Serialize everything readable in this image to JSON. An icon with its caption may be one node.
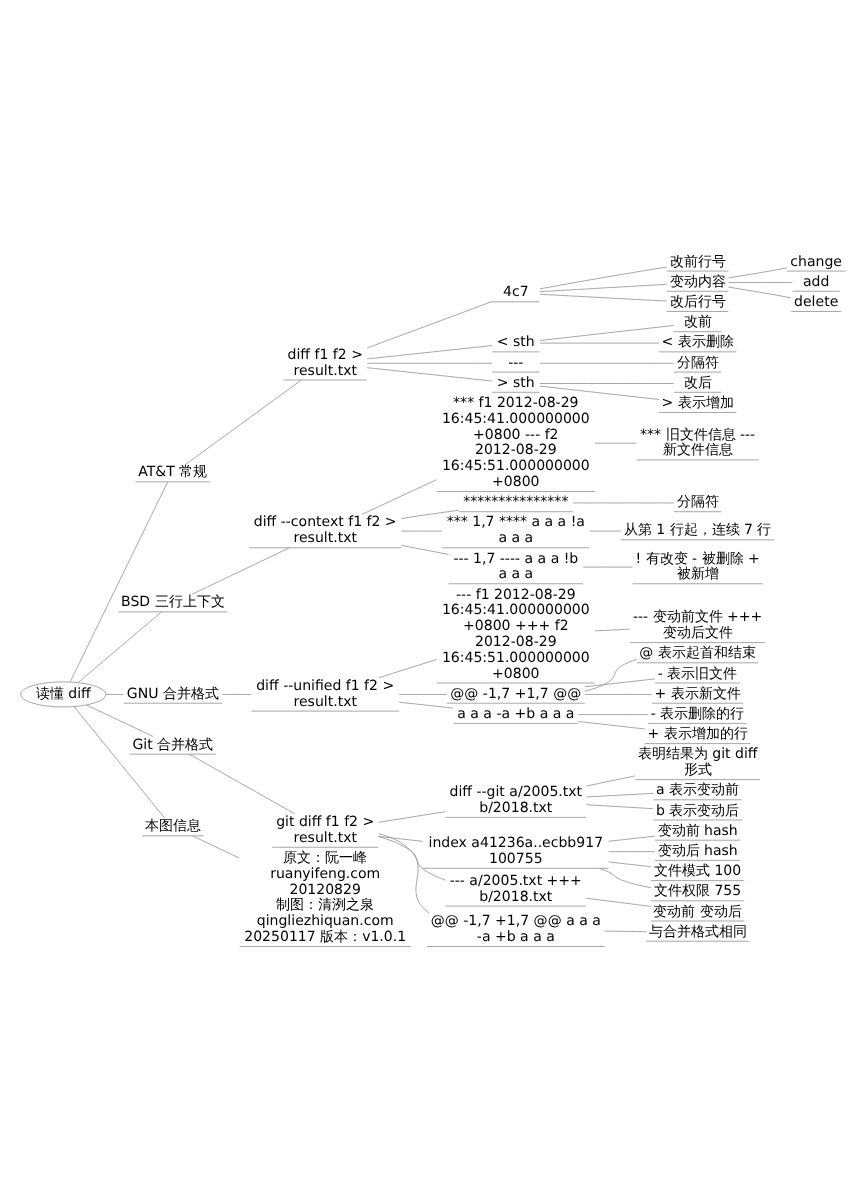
{
  "diagram": {
    "nodes": [
      {
        "text": [
          "读懂 diff"
        ]
      },
      {
        "text": [
          "AT&T 常规"
        ]
      },
      {
        "text": [
          "diff f1 f2 > result.txt"
        ]
      },
      {
        "text": [
          "4c7"
        ]
      },
      {
        "text": [
          "改前行号"
        ]
      },
      {
        "text": [
          "变动内容"
        ]
      },
      {
        "text": [
          "change"
        ]
      },
      {
        "text": [
          "add"
        ]
      },
      {
        "text": [
          "delete"
        ]
      },
      {
        "text": [
          "改后行号"
        ]
      },
      {
        "text": [
          "< sth"
        ]
      },
      {
        "text": [
          "改前"
        ]
      },
      {
        "text": [
          "< 表示删除"
        ]
      },
      {
        "text": [
          "---"
        ]
      },
      {
        "text": [
          "分隔符"
        ]
      },
      {
        "text": [
          "> sth"
        ]
      },
      {
        "text": [
          "改后"
        ]
      },
      {
        "text": [
          "> 表示增加"
        ]
      },
      {
        "text": [
          "BSD 三行上下文"
        ]
      },
      {
        "text": [
          "diff --context f1 f2 > result.txt"
        ]
      },
      {
        "text": [
          "*** f1 2012-08-29 16:45:41.000000000 +0800 --- f2 2012-08-29 16:45:51.000000000 +0800"
        ]
      },
      {
        "text": [
          "*** 旧文件信息 --- 新文件信息"
        ]
      },
      {
        "text": [
          "***************"
        ]
      },
      {
        "text": [
          "分隔符"
        ]
      },
      {
        "text": [
          "*** 1,7 **** a a a !a a a a"
        ]
      },
      {
        "text": [
          "从第 1 行起，连续 7 行"
        ]
      },
      {
        "text": [
          "--- 1,7 ---- a a a !b a a a"
        ]
      },
      {
        "text": [
          "! 有改变 - 被删除 + 被新增"
        ]
      },
      {
        "text": [
          "GNU 合并格式"
        ]
      },
      {
        "text": [
          "diff --unified f1 f2 > result.txt"
        ]
      },
      {
        "text": [
          "--- f1 2012-08-29 16:45:41.000000000 +0800 +++ f2 2012-08-29 16:45:51.000000000 +0800"
        ]
      },
      {
        "text": [
          "--- 变动前文件 +++ 变动后文件"
        ]
      },
      {
        "text": [
          "@@ -1,7 +1,7 @@"
        ]
      },
      {
        "text": [
          "@ 表示起首和结束"
        ]
      },
      {
        "text": [
          "- 表示旧文件"
        ]
      },
      {
        "text": [
          "+ 表示新文件"
        ]
      },
      {
        "text": [
          "a a a -a +b a a a"
        ]
      },
      {
        "text": [
          "- 表示删除的行"
        ]
      },
      {
        "text": [
          "+ 表示增加的行"
        ]
      },
      {
        "text": [
          "Git 合并格式"
        ]
      },
      {
        "text": [
          "git diff f1 f2 > result.txt"
        ]
      },
      {
        "text": [
          "diff --git a/2005.txt b/2018.txt"
        ]
      },
      {
        "text": [
          "表明结果为 git diff 形式"
        ]
      },
      {
        "text": [
          "a 表示变动前"
        ]
      },
      {
        "text": [
          "b 表示变动后"
        ]
      },
      {
        "text": [
          "index a41236a..ecbb917 100755"
        ]
      },
      {
        "text": [
          "变动前 hash"
        ]
      },
      {
        "text": [
          "变动后 hash"
        ]
      },
      {
        "text": [
          "文件模式 100"
        ]
      },
      {
        "text": [
          "文件权限 755"
        ]
      },
      {
        "text": [
          "--- a/2005.txt +++ b/2018.txt"
        ]
      },
      {
        "text": [
          "变动前 变动后"
        ]
      },
      {
        "text": [
          "@@ -1,7 +1,7 @@ a a a -a +b a a a"
        ]
      },
      {
        "text": [
          "与合并格式相同"
        ]
      },
      {
        "text": [
          "本图信息"
        ]
      },
      {
        "text": [
          "原文：阮一峰 ruanyifeng.com 20120829 制图：清洌之泉 qingliezhiquan.com 20250117 版本：v1.0.1"
        ]
      }
    ],
    "edges": [
      {
        "from": 0,
        "to": 1,
        "arrow": "none"
      },
      {
        "from": 1,
        "to": 2,
        "arrow": "none"
      },
      {
        "from": 2,
        "to": 3,
        "arrow": "none"
      },
      {
        "from": 3,
        "to": 4,
        "arrow": "none"
      },
      {
        "from": 3,
        "to": 5,
        "arrow": "none"
      },
      {
        "from": 5,
        "to": 6,
        "arrow": "none"
      },
      {
        "from": 5,
        "to": 7,
        "arrow": "none"
      },
      {
        "from": 5,
        "to": 8,
        "arrow": "none"
      },
      {
        "from": 3,
        "to": 9,
        "arrow": "none"
      },
      {
        "from": 2,
        "to": 10,
        "arrow": "none"
      },
      {
        "from": 10,
        "to": 11,
        "arrow": "none"
      },
      {
        "from": 10,
        "to": 12,
        "arrow": "none"
      },
      {
        "from": 2,
        "to": 13,
        "arrow": "none"
      },
      {
        "from": 13,
        "to": 14,
        "arrow": "none"
      },
      {
        "from": 2,
        "to": 15,
        "arrow": "none"
      },
      {
        "from": 15,
        "to": 16,
        "arrow": "none"
      },
      {
        "from": 15,
        "to": 17,
        "arrow": "none"
      },
      {
        "from": 0,
        "to": 18,
        "arrow": "none"
      },
      {
        "from": 18,
        "to": 19,
        "arrow": "none"
      },
      {
        "from": 19,
        "to": 20,
        "arrow": "none"
      },
      {
        "from": 20,
        "to": 21,
        "arrow": "none"
      },
      {
        "from": 19,
        "to": 22,
        "arrow": "none"
      },
      {
        "from": 22,
        "to": 23,
        "arrow": "none"
      },
      {
        "from": 19,
        "to": 24,
        "arrow": "none"
      },
      {
        "from": 24,
        "to": 25,
        "arrow": "none"
      },
      {
        "from": 19,
        "to": 26,
        "arrow": "none"
      },
      {
        "from": 26,
        "to": 27,
        "arrow": "none"
      },
      {
        "from": 0,
        "to": 28,
        "arrow": "none"
      },
      {
        "from": 28,
        "to": 29,
        "arrow": "none"
      },
      {
        "from": 29,
        "to": 30,
        "arrow": "none"
      },
      {
        "from": 30,
        "to": 31,
        "arrow": "none"
      },
      {
        "from": 29,
        "to": 32,
        "arrow": "none"
      },
      {
        "from": 32,
        "to": 33,
        "arrow": "none"
      },
      {
        "from": 32,
        "to": 34,
        "arrow": "none"
      },
      {
        "from": 32,
        "to": 35,
        "arrow": "none"
      },
      {
        "from": 29,
        "to": 36,
        "arrow": "none"
      },
      {
        "from": 36,
        "to": 37,
        "arrow": "none"
      },
      {
        "from": 36,
        "to": 38,
        "arrow": "none"
      },
      {
        "from": 0,
        "to": 39,
        "arrow": "none"
      },
      {
        "from": 39,
        "to": 40,
        "arrow": "none"
      },
      {
        "from": 40,
        "to": 41,
        "arrow": "none"
      },
      {
        "from": 41,
        "to": 42,
        "arrow": "none"
      },
      {
        "from": 41,
        "to": 43,
        "arrow": "none"
      },
      {
        "from": 41,
        "to": 44,
        "arrow": "none"
      },
      {
        "from": 40,
        "to": 45,
        "arrow": "none"
      },
      {
        "from": 45,
        "to": 46,
        "arrow": "none"
      },
      {
        "from": 45,
        "to": 47,
        "arrow": "none"
      },
      {
        "from": 45,
        "to": 48,
        "arrow": "none"
      },
      {
        "from": 45,
        "to": 49,
        "arrow": "none"
      },
      {
        "from": 40,
        "to": 50,
        "arrow": "none"
      },
      {
        "from": 50,
        "to": 51,
        "arrow": "none"
      },
      {
        "from": 40,
        "to": 52,
        "arrow": "none"
      },
      {
        "from": 52,
        "to": 53,
        "arrow": "none"
      },
      {
        "from": 0,
        "to": 54,
        "arrow": "none"
      },
      {
        "from": 54,
        "to": 55,
        "arrow": "none"
      }
    ]
  }
}
